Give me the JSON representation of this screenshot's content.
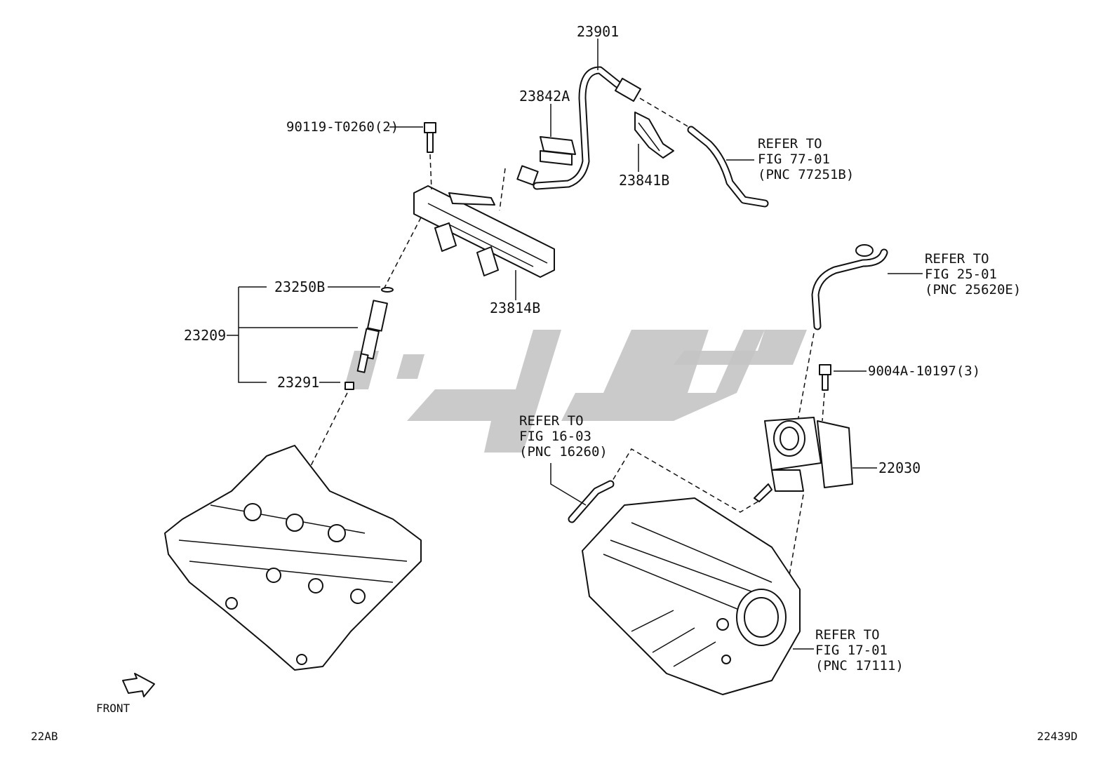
{
  "diagram": {
    "parts": {
      "p23901": "23901",
      "p23842A": "23842A",
      "p23841B": "23841B",
      "p90119": "90119-T0260(2)",
      "p23814B": "23814B",
      "p23250B": "23250B",
      "p23209": "23209",
      "p23291": "23291",
      "p9004A": "9004A-10197(3)",
      "p22030": "22030"
    },
    "refs": {
      "ref_77": [
        "REFER TO",
        "FIG 77-01",
        "(PNC 77251B)"
      ],
      "ref_25": [
        "REFER TO",
        "FIG 25-01",
        "(PNC 25620E)"
      ],
      "ref_16": [
        "REFER TO",
        "FIG 16-03",
        "(PNC 16260)"
      ],
      "ref_17": [
        "REFER TO",
        "FIG 17-01",
        "(PNC 17111)"
      ]
    },
    "front_label": "FRONT",
    "code_left": "22AB",
    "code_right": "22439D"
  },
  "watermark": {
    "color": "#c4c4c4"
  }
}
